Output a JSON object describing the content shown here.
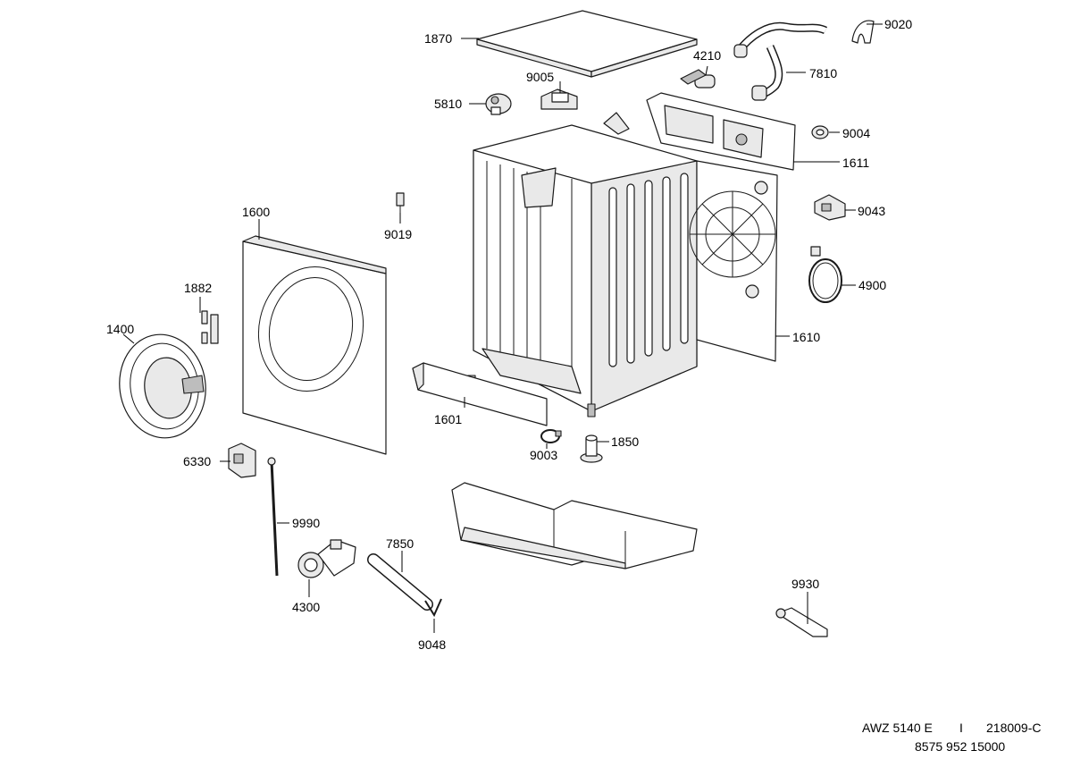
{
  "parts": [
    {
      "id": "1870"
    },
    {
      "id": "4210"
    },
    {
      "id": "9020"
    },
    {
      "id": "7810"
    },
    {
      "id": "9005"
    },
    {
      "id": "5810"
    },
    {
      "id": "9004"
    },
    {
      "id": "1611"
    },
    {
      "id": "9043"
    },
    {
      "id": "1600"
    },
    {
      "id": "9019"
    },
    {
      "id": "4900"
    },
    {
      "id": "1882"
    },
    {
      "id": "1400"
    },
    {
      "id": "1610"
    },
    {
      "id": "1601"
    },
    {
      "id": "1850"
    },
    {
      "id": "9003"
    },
    {
      "id": "6330"
    },
    {
      "id": "9990"
    },
    {
      "id": "7850"
    },
    {
      "id": "4300"
    },
    {
      "id": "9048"
    },
    {
      "id": "9930"
    }
  ],
  "footer": {
    "model": "AWZ 5140 E",
    "separator": "I",
    "drawing_code": "218009-C",
    "product_number": "8575 952 15000"
  }
}
